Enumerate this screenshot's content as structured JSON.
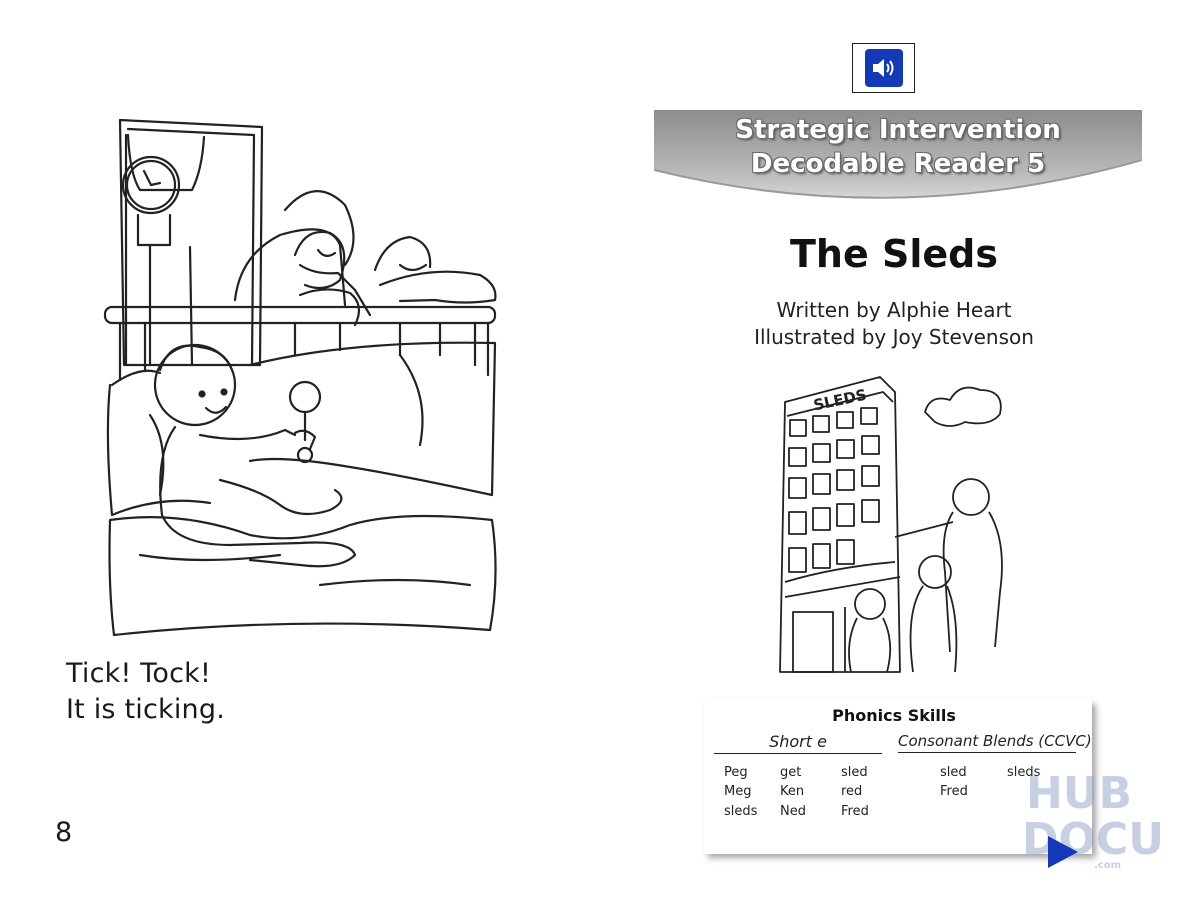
{
  "left_page": {
    "story_lines": [
      "Tick! Tock!",
      "It is ticking."
    ],
    "page_number": "8"
  },
  "audio_button": {
    "icon": "speaker-icon",
    "color": "#1439b8"
  },
  "banner": {
    "line1": "Strategic Intervention",
    "line2": "Decodable Reader 5"
  },
  "book": {
    "title": "The Sleds",
    "author_credit": "Written by Alphie Heart",
    "illustrator_credit": "Illustrated by Joy Stevenson",
    "cover_sign": "SLEDS"
  },
  "phonics": {
    "title": "Phonics Skills",
    "short_e": {
      "heading": "Short e",
      "columns": [
        [
          "Peg",
          "Meg",
          "sleds"
        ],
        [
          "get",
          "Ken",
          "Ned"
        ],
        [
          "sled",
          "red",
          "Fred"
        ]
      ]
    },
    "blends": {
      "heading": "Consonant Blends (CCVC)",
      "columns": [
        [
          "sled",
          "Fred"
        ],
        [
          "sleds"
        ]
      ]
    }
  },
  "watermark": {
    "line1": "HUB",
    "line2": "DOCU",
    "suffix": ".com"
  },
  "next_arrow": {
    "icon": "play-arrow-icon",
    "color": "#1439b8"
  }
}
